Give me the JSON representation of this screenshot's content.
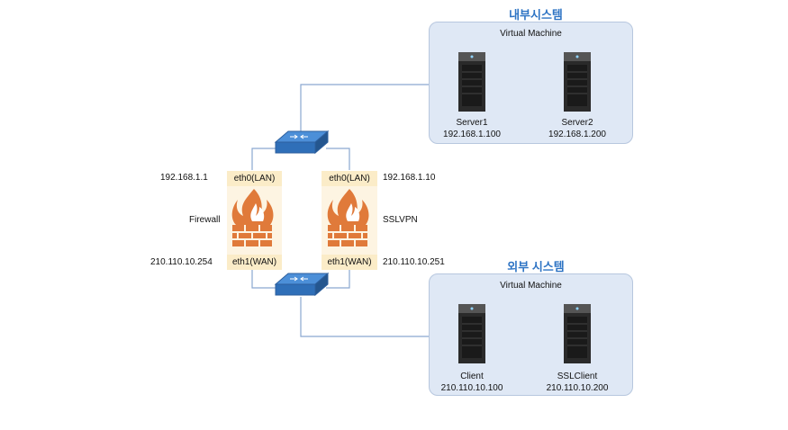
{
  "internal": {
    "title": "내부시스템",
    "panel_label": "Virtual Machine",
    "servers": [
      {
        "name": "Server1",
        "ip": "192.168.1.100"
      },
      {
        "name": "Server2",
        "ip": "192.168.1.200"
      }
    ]
  },
  "external": {
    "title": "외부 시스템",
    "panel_label": "Virtual Machine",
    "servers": [
      {
        "name": "Client",
        "ip": "210.110.10.100"
      },
      {
        "name": "SSLClient",
        "ip": "210.110.10.200"
      }
    ]
  },
  "firewall": {
    "name": "Firewall",
    "lan_port": "eth0(LAN)",
    "lan_ip": "192.168.1.1",
    "wan_port": "eth1(WAN)",
    "wan_ip": "210.110.10.254"
  },
  "sslvpn": {
    "name": "SSLVPN",
    "lan_port": "eth0(LAN)",
    "lan_ip": "192.168.1.10",
    "wan_port": "eth1(WAN)",
    "wan_ip": "210.110.10.251"
  },
  "colors": {
    "title_blue": "#2e74c4",
    "panel_bg": "#dfe8f5",
    "line_blue": "#8aa8d0",
    "port_bg": "#fbecc8",
    "firewall_orange": "#e07a3a"
  }
}
